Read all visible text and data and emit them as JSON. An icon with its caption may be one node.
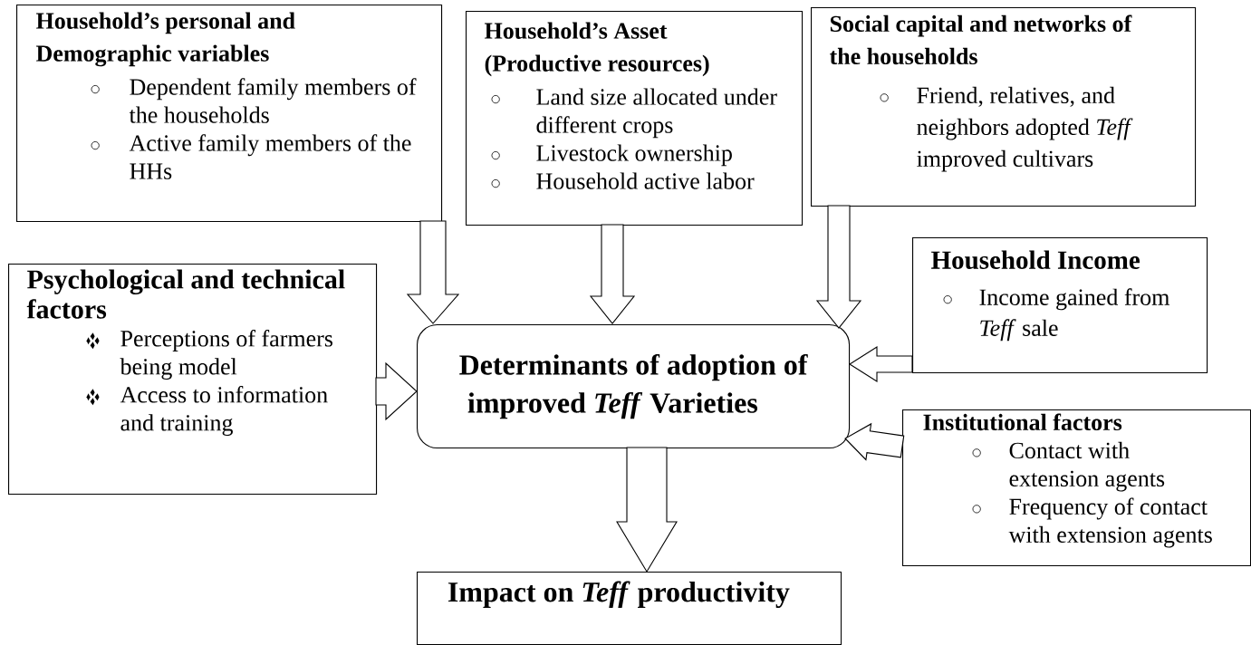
{
  "diagram": {
    "nodes": [
      {
        "text": [
          "Household’s personal and Demographic variables",
          "Dependent family members of the households",
          "Active family members of the HHs"
        ]
      },
      {
        "text": [
          "Household’s Asset (Productive resources)",
          "Land size allocated under different crops",
          "Livestock ownership",
          "Household active labor"
        ]
      },
      {
        "text": [
          "Social capital and networks of the households",
          "Friend, relatives, and neighbors adopted *Teff* improved cultivars"
        ]
      },
      {
        "text": [
          "Household Income",
          "Income gained from *Teff* sale"
        ]
      },
      {
        "text": [
          "Psychological and technical factors",
          "Perceptions of farmers being model",
          "Access to information and training"
        ]
      },
      {
        "text": [
          "Determinants of adoption of improved *Teff* Varieties"
        ]
      },
      {
        "text": [
          "Institutional factors",
          "Contact with extension agents",
          "Frequency of contact with extension agents"
        ]
      },
      {
        "text": [
          "Impact on *Teff* productivity"
        ]
      }
    ],
    "edges": [
      {
        "from": 0,
        "to": 5,
        "arrow": "to"
      },
      {
        "from": 1,
        "to": 5,
        "arrow": "to"
      },
      {
        "from": 2,
        "to": 5,
        "arrow": "to"
      },
      {
        "from": 3,
        "to": 5,
        "arrow": "to"
      },
      {
        "from": 6,
        "to": 5,
        "arrow": "to"
      },
      {
        "from": 4,
        "to": 5,
        "arrow": "to"
      },
      {
        "from": 5,
        "to": 7,
        "arrow": "to"
      }
    ]
  }
}
